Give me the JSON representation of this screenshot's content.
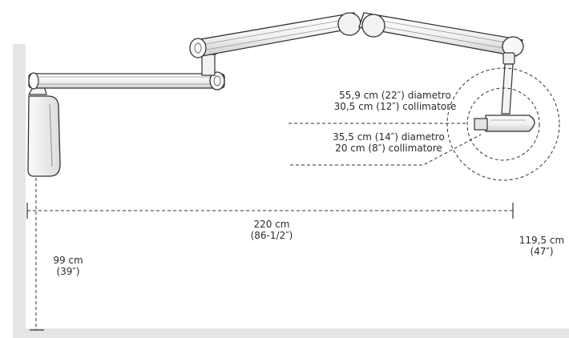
{
  "colors": {
    "wall": "#e6e6e6",
    "stroke": "#333333",
    "text": "#2b2b2b"
  },
  "labels": {
    "diam_large_1": "55,9 cm (22″) diametro",
    "diam_large_2": "30,5 cm (12″) collimatore",
    "diam_small_1": "35,5 cm (14″) diametro",
    "diam_small_2": "20 cm (8″) collimatore",
    "reach_1": "220 cm",
    "reach_2": "(86-1/2″)",
    "height_1": "99 cm",
    "height_2": "(39″)",
    "right_1": "119,5 cm",
    "right_2": "(47″)"
  }
}
